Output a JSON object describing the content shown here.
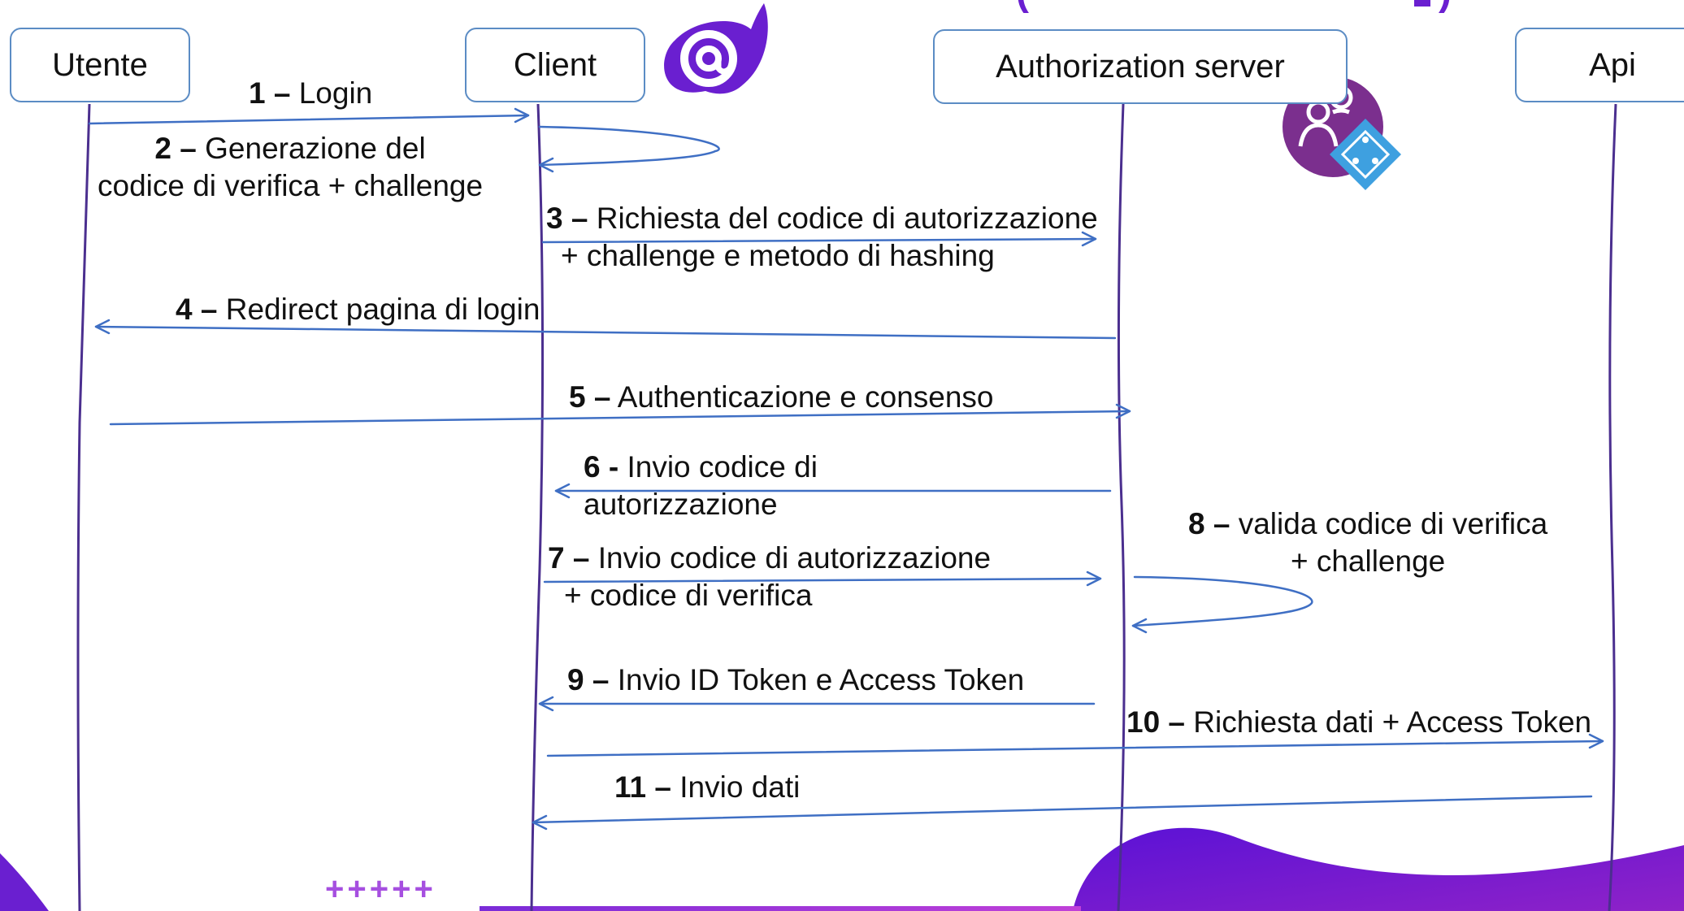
{
  "title_fragment": "(... p ...)",
  "actors": [
    {
      "name": "Utente"
    },
    {
      "name": "Client"
    },
    {
      "name": "Authorization server"
    },
    {
      "name": "Api"
    }
  ],
  "messages": [
    {
      "num": "1 –",
      "text": "Login"
    },
    {
      "num": "2 –",
      "text": "Generazione del",
      "text2": "codice di verifica + challenge"
    },
    {
      "num": "3 –",
      "text": "Richiesta del codice di autorizzazione",
      "text2": "+ challenge e metodo di hashing"
    },
    {
      "num": "4 –",
      "text": "Redirect pagina di login"
    },
    {
      "num": "5 –",
      "text": "Authenticazione e consenso"
    },
    {
      "num": "6 -",
      "text": "Invio codice di",
      "text2": "autorizzazione"
    },
    {
      "num": "7 –",
      "text": "Invio codice di autorizzazione",
      "text2": "+ codice di verifica"
    },
    {
      "num": "8 –",
      "text": "valida codice di verifica",
      "text2": "+ challenge"
    },
    {
      "num": "9 –",
      "text": "Invio ID Token e Access Token"
    },
    {
      "num": "10 –",
      "text": "Richiesta dati + Access Token"
    },
    {
      "num": "11 –",
      "text": "Invio dati"
    }
  ],
  "decorations": {
    "pluses": "+++++",
    "blazor_logo_icon": "blazor-logo",
    "azure_ad_icon": "azure-active-directory-logo"
  },
  "colors": {
    "lifeline": "#4b2f8f",
    "arrow": "#3f6fc4",
    "actor_border": "#5b8cc4",
    "accent_purple": "#6a1fd0"
  }
}
